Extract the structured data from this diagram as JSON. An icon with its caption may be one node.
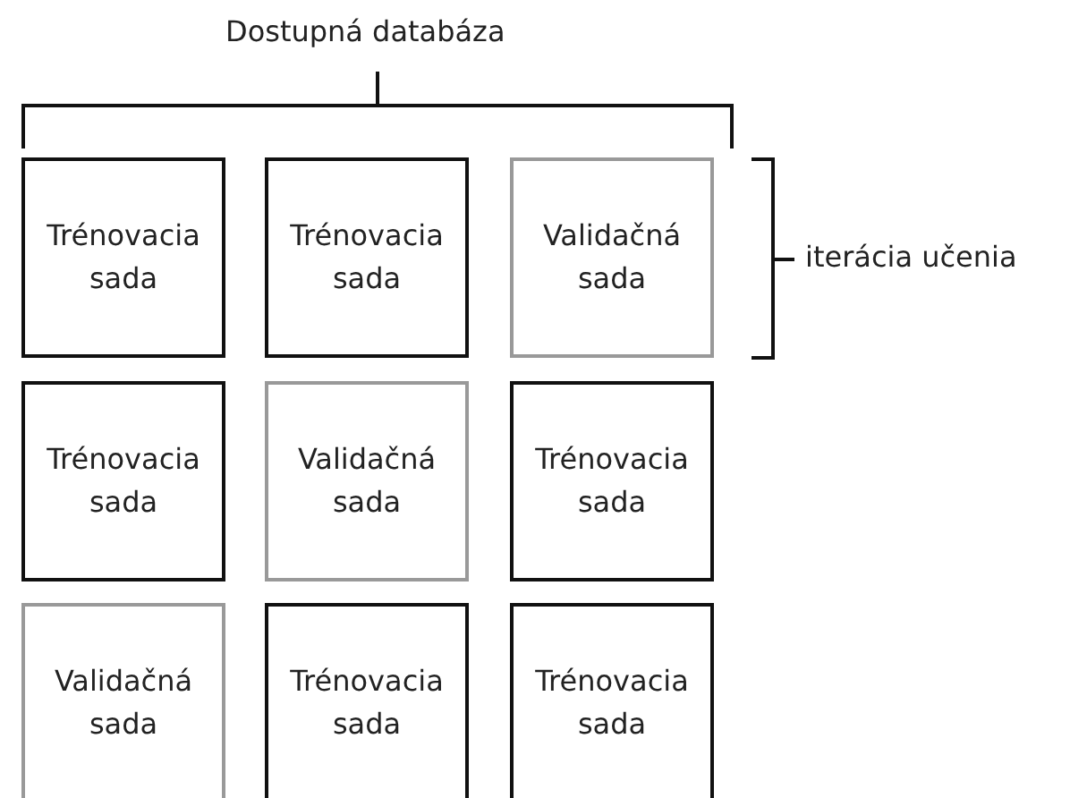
{
  "diagram": {
    "nodes": [
      {
        "text": [
          "Trénovacia sada"
        ]
      },
      {
        "text": [
          "Trénovacia sada"
        ]
      },
      {
        "text": [
          "Validačná sada"
        ]
      },
      {
        "text": [
          "Trénovacia sada"
        ]
      },
      {
        "text": [
          "Validačná sada"
        ]
      },
      {
        "text": [
          "Trénovacia sada"
        ]
      },
      {
        "text": [
          "Validačná sada"
        ]
      },
      {
        "text": [
          "Trénovacia sada"
        ]
      },
      {
        "text": [
          "Trénovacia sada"
        ]
      }
    ],
    "edges": [],
    "labels": [
      "Dostupná databáza",
      "iterácia učenia"
    ]
  }
}
